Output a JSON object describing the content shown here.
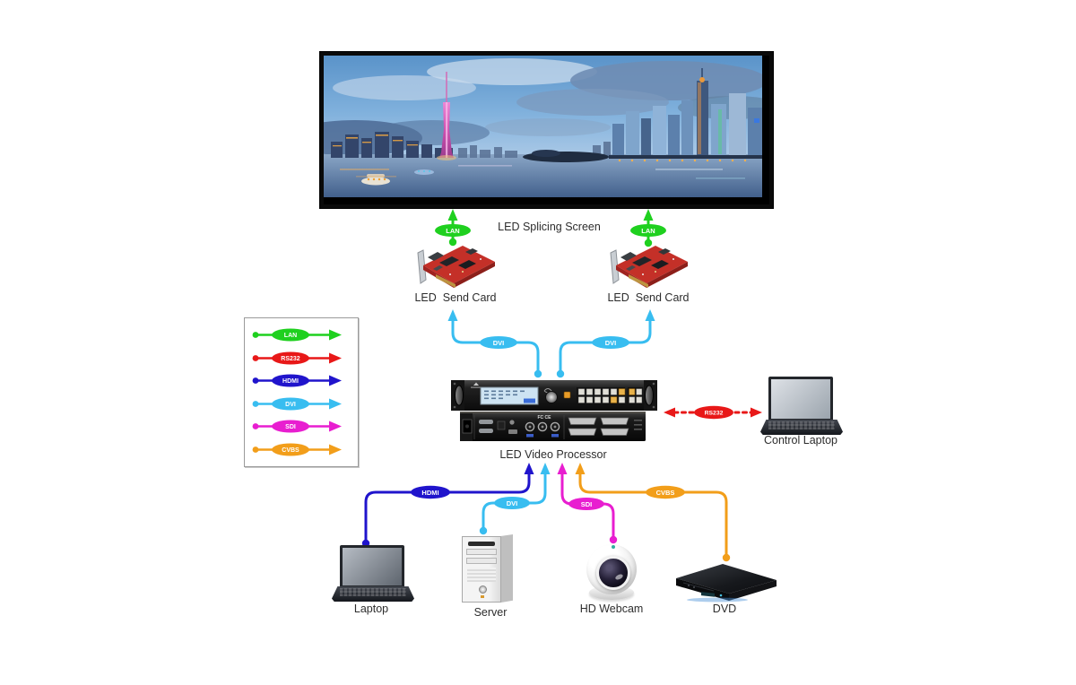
{
  "colors": {
    "lan": "#1fd01f",
    "rs232": "#e81818",
    "hdmi": "#2014cc",
    "dvi": "#38bdf0",
    "sdi": "#e81ed0",
    "cvbs": "#f29e1a"
  },
  "devices": {
    "screen": {
      "label": "LED Splicing Screen"
    },
    "send_card_left": {
      "label": "LED  Send Card"
    },
    "send_card_right": {
      "label": "LED  Send Card"
    },
    "processor": {
      "label": "LED Video Processor",
      "rear_marking": "FC CE"
    },
    "control_laptop": {
      "label": "Control Laptop"
    },
    "laptop": {
      "label": "Laptop"
    },
    "server": {
      "label": "Server"
    },
    "webcam": {
      "label": "HD Webcam"
    },
    "dvd": {
      "label": "DVD"
    }
  },
  "connections": [
    {
      "label": "LAN",
      "type": "lan",
      "from": "LED Send Card (left)",
      "to": "LED Splicing Screen"
    },
    {
      "label": "LAN",
      "type": "lan",
      "from": "LED Send Card (right)",
      "to": "LED Splicing Screen"
    },
    {
      "label": "DVI",
      "type": "dvi",
      "from": "LED Video Processor",
      "to": "LED Send Card (left)"
    },
    {
      "label": "DVI",
      "type": "dvi",
      "from": "LED Video Processor",
      "to": "LED Send Card (right)"
    },
    {
      "label": "RS232",
      "type": "rs232",
      "from": "Control Laptop",
      "to": "LED Video Processor",
      "bidirectional": true
    },
    {
      "label": "HDMI",
      "type": "hdmi",
      "from": "Laptop",
      "to": "LED Video Processor"
    },
    {
      "label": "DVI",
      "type": "dvi",
      "from": "Server",
      "to": "LED Video Processor"
    },
    {
      "label": "SDI",
      "type": "sdi",
      "from": "HD Webcam",
      "to": "LED Video Processor"
    },
    {
      "label": "CVBS",
      "type": "cvbs",
      "from": "DVD",
      "to": "LED Video Processor"
    }
  ],
  "legend": {
    "items": [
      {
        "label": "LAN",
        "color": "#1fd01f"
      },
      {
        "label": "RS232",
        "color": "#e81818"
      },
      {
        "label": "HDMI",
        "color": "#2014cc"
      },
      {
        "label": "DVI",
        "color": "#38bdf0"
      },
      {
        "label": "SDI",
        "color": "#e81ed0"
      },
      {
        "label": "CVBS",
        "color": "#f29e1a"
      }
    ]
  }
}
